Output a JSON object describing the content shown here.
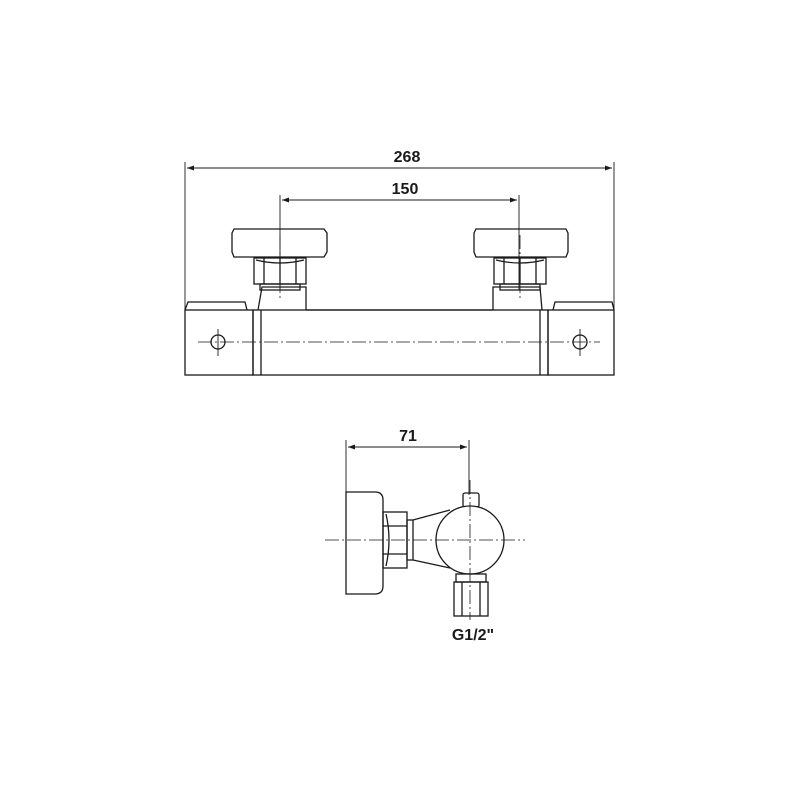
{
  "front_view": {
    "overall_width": "268",
    "inlet_spacing": "150"
  },
  "side_view": {
    "depth": "71",
    "outlet_thread": "G1/2\""
  },
  "colors": {
    "line": "#1a1a1a",
    "background": "#ffffff"
  }
}
